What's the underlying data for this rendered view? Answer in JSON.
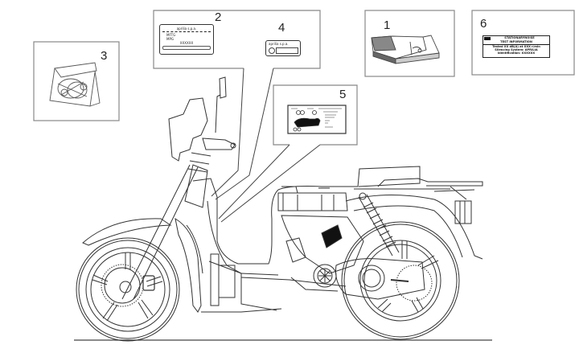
{
  "diagram": {
    "title": "Decal and label kit — scooter exploded view",
    "background_color": "#ffffff",
    "line_color": "#333333",
    "box_color": "#888888",
    "callouts": [
      {
        "number": "1",
        "item": "owner-manual-booklet"
      },
      {
        "number": "2",
        "item": "manufacturer-plate"
      },
      {
        "number": "3",
        "item": "tool-kit-pouch"
      },
      {
        "number": "4",
        "item": "small-identification-plate"
      },
      {
        "number": "5",
        "item": "tyre-pressure-load-label"
      },
      {
        "number": "6",
        "item": "noise-test-information-label"
      }
    ],
    "label2": {
      "brand": "aprilia s.p.a.",
      "line1": "MFTG",
      "line2": "MPG",
      "line3": "XXXXXX"
    },
    "label4": {
      "brand": "aprilia s.p.a."
    },
    "label6": {
      "line1": "STATIONARYNOISE",
      "line2": "TEST INFORMATION",
      "line3": "Tested XX dB(A) at XXX r/min",
      "line4": "Silencing System: APRILIA",
      "line5": "Identification: XXXXXX"
    }
  }
}
